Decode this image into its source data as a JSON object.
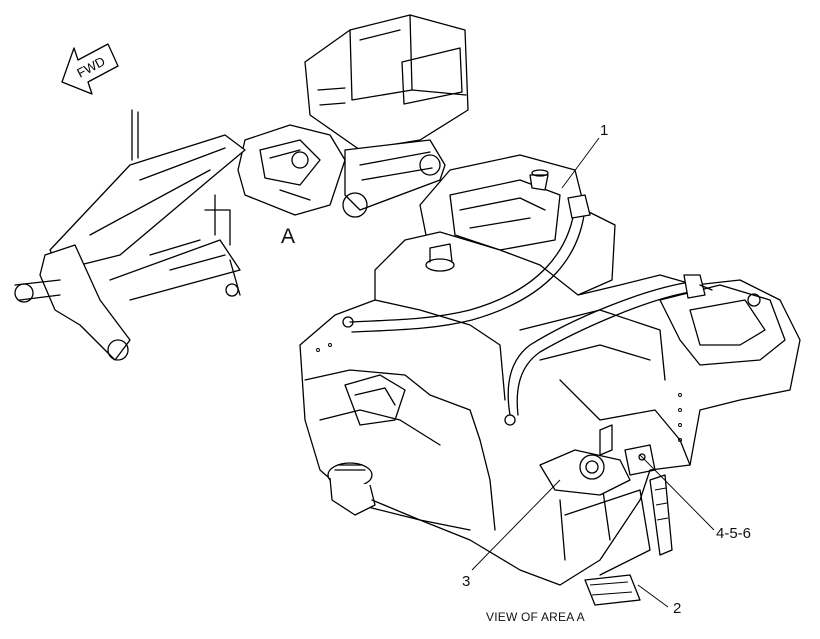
{
  "diagram": {
    "callouts": {
      "part_1": "1",
      "area_a": "A",
      "part_456": "4-5-6",
      "part_3": "3",
      "part_2": "2"
    },
    "caption": "VIEW OF AREA A",
    "direction_arrow": "FWD"
  }
}
